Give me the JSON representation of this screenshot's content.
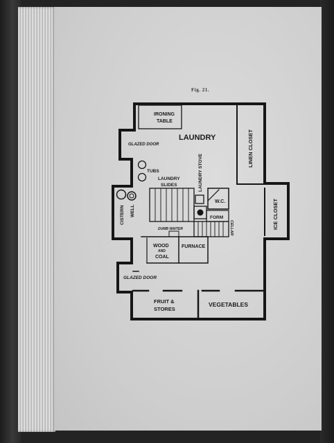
{
  "caption": "Fig. 21.",
  "rooms": {
    "ironing_table_1": "IRONING",
    "ironing_table_2": "TABLE",
    "laundry": "LAUNDRY",
    "glazed_door_top": "GLAZED DOOR",
    "tubs": "TUBS",
    "laundry_stove": "LAUNDRY STOVE",
    "laundry_slides_1": "LAUNDRY",
    "laundry_slides_2": "SLIDES",
    "linen_closet": "LINEN CLOSET",
    "ice_closet": "ICE CLOSET",
    "cistern": "CISTERN",
    "well": "WELL",
    "wc": "W.C.",
    "form": "FORM",
    "cellar": "CELLAR",
    "dumb_waiter": "DUMB WAITER",
    "wood_and_coal_1": "WOOD",
    "wood_and_coal_2": "AND",
    "wood_and_coal_3": "COAL",
    "furnace": "FURNACE",
    "glazed_door_bottom": "GLAZED DOOR",
    "fruit_stores_1": "FRUIT &",
    "fruit_stores_2": "STORES",
    "vegetables": "VEGETABLES"
  },
  "colors": {
    "wall": "#161616",
    "paper": "#d6d6d6",
    "ink": "#1a1a1a"
  }
}
